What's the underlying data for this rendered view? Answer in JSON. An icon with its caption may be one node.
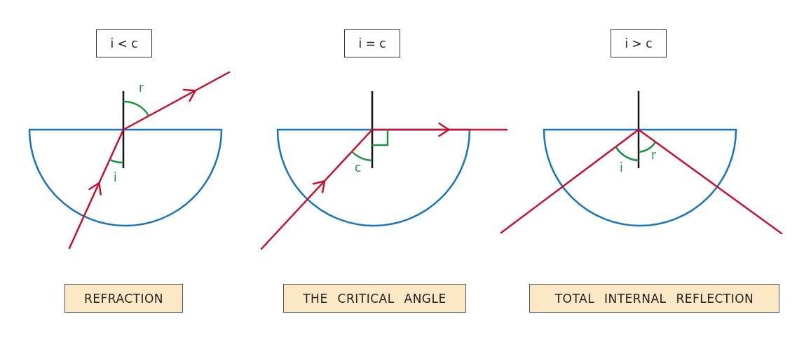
{
  "diagram": {
    "nodes": [
      {
        "text": [
          "i < c"
        ]
      },
      {
        "text": [
          "i = c"
        ]
      },
      {
        "text": [
          "i > c"
        ]
      },
      {
        "text": [
          "REFRACTION"
        ]
      },
      {
        "text": [
          "THE CRITICAL ANGLE"
        ]
      },
      {
        "text": [
          "TOTAL INTERNAL REFLECTION"
        ]
      }
    ],
    "labels": [
      "r",
      "i",
      "c",
      "i",
      "r"
    ]
  }
}
